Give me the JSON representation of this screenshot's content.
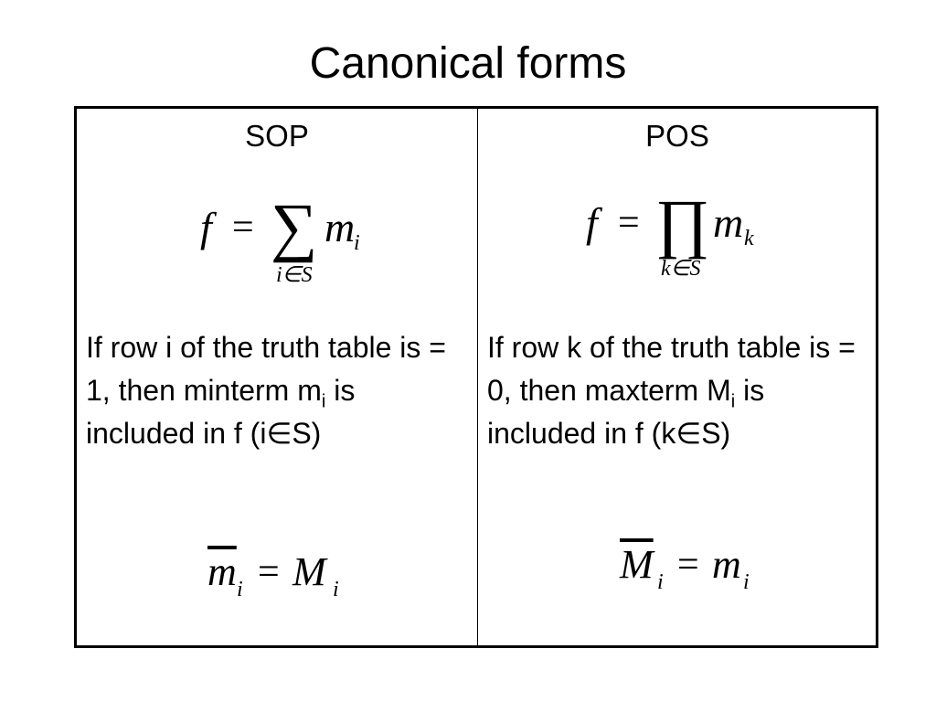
{
  "slide": {
    "title": "Canonical forms"
  },
  "table": {
    "sop": {
      "heading": "SOP",
      "formula": {
        "lhs": "f",
        "equals": "=",
        "operator": "∑",
        "term": "m",
        "term_sub": "i",
        "index": "i∈S"
      },
      "desc": {
        "part1": "If row i of the truth table is = 1, then minterm m",
        "sub1": "i",
        "part2": " is included in f (i",
        "member": "∈",
        "part3": "S)"
      },
      "identity": {
        "lhs": "m",
        "lhs_sub": "i",
        "equals": "=",
        "rhs": "M",
        "rhs_sub": "i"
      }
    },
    "pos": {
      "heading": "POS",
      "formula": {
        "lhs": "f",
        "equals": "=",
        "operator": "∏",
        "term": "m",
        "term_sub": "k",
        "index": "k∈S"
      },
      "desc": {
        "part1": "If row k of the truth table is = 0, then maxterm M",
        "sub1": "i",
        "part2": " is included in f (k",
        "member": "∈",
        "part3": "S)"
      },
      "identity": {
        "lhs": "M",
        "lhs_sub": "i",
        "equals": "=",
        "rhs": "m",
        "rhs_sub": "i"
      }
    }
  }
}
